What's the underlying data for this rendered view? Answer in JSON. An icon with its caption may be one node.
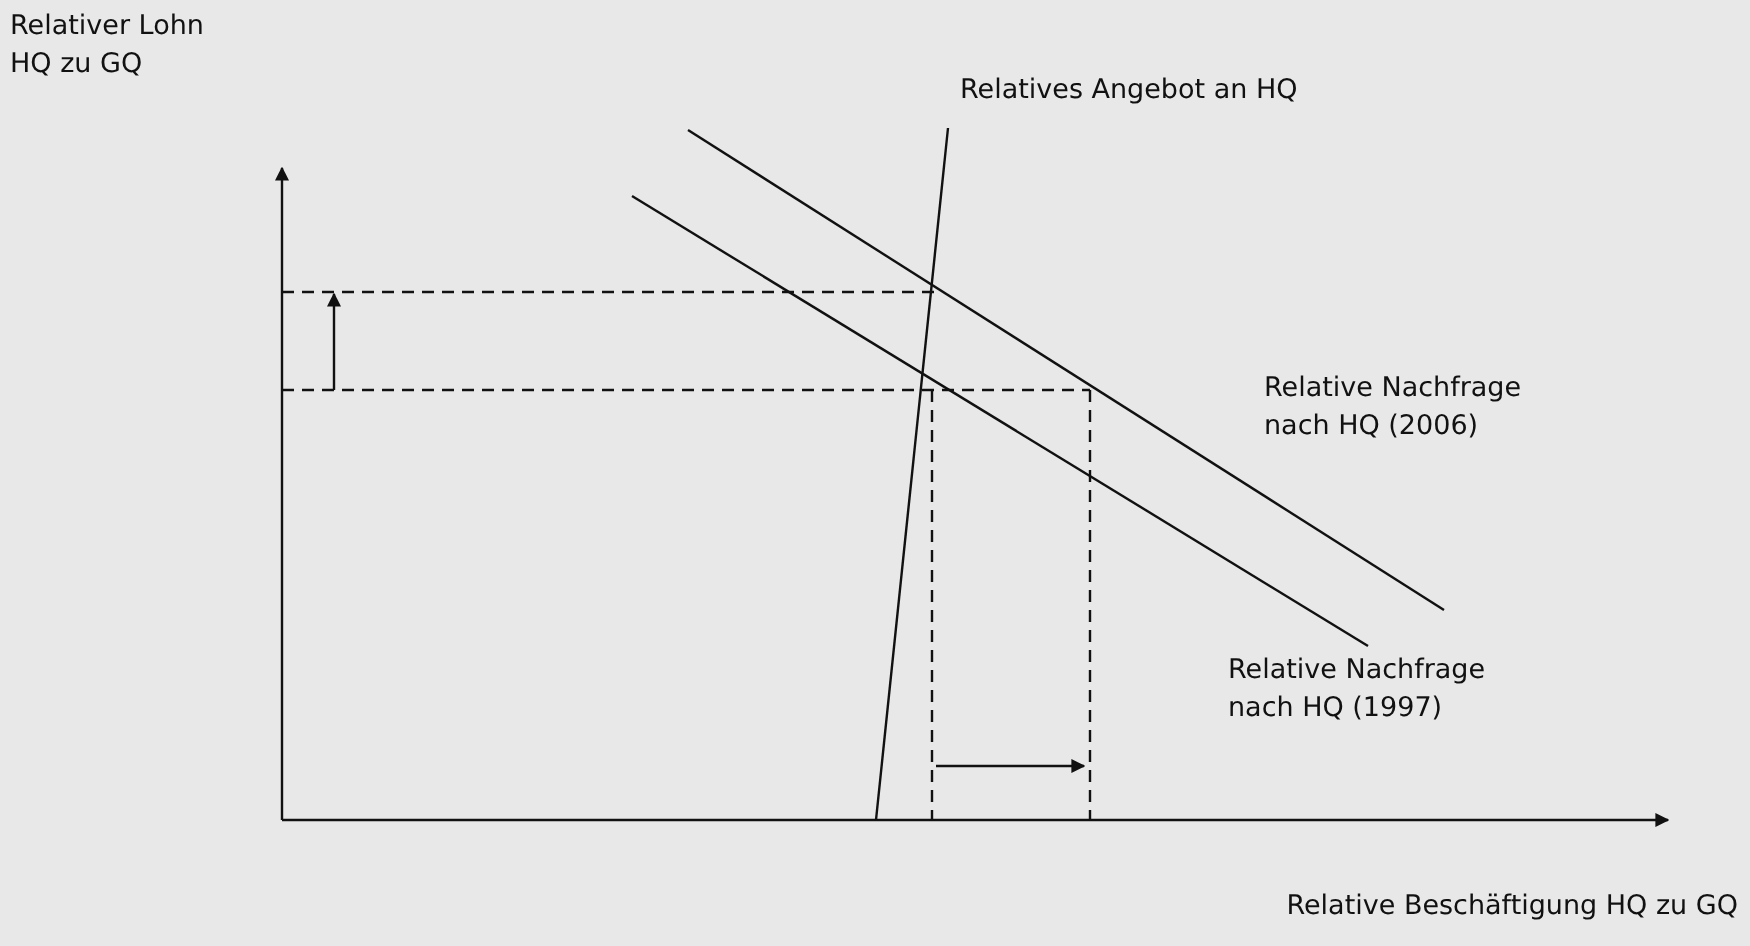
{
  "diagram": {
    "labels": [
      "Relativer Lohn HQ zu GQ",
      "Relatives Angebot an HQ",
      "Relative Nachfrage nach HQ (2006)",
      "Relative Nachfrage nach HQ (1997)",
      "Relative Beschäftigung HQ zu GQ"
    ]
  }
}
